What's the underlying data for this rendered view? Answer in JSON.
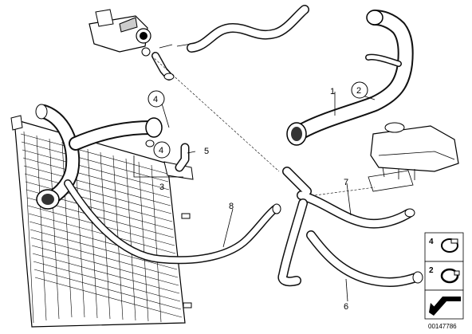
{
  "callouts": {
    "c1": "1",
    "c2": "2",
    "c3": "3",
    "c4a": "4",
    "c4b": "4",
    "c5": "5",
    "c6": "6",
    "c7": "7",
    "c8": "8"
  },
  "legend": {
    "clamp_4": "4",
    "clamp_2": "2"
  },
  "diagram_code": "00147786"
}
